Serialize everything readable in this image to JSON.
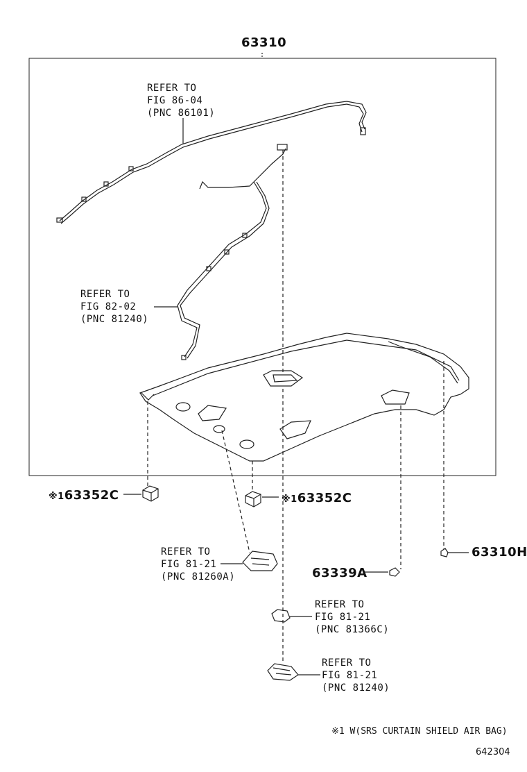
{
  "title_part": "63310",
  "parts": {
    "clip_left": "63352C",
    "clip_right": "63352C",
    "clip_right_mark": "※1",
    "clip_left_mark": "※1",
    "bracket": "63339A",
    "clip_far_right": "63310H"
  },
  "refs": {
    "wire_upper": {
      "line1": "REFER TO",
      "line2": "FIG 86-04",
      "line3": "(PNC 86101)"
    },
    "wire_lower": {
      "line1": "REFER TO",
      "line2": "FIG 82-02",
      "line3": "(PNC 81240)"
    },
    "map_lamp": {
      "line1": "REFER TO",
      "line2": "FIG 81-21",
      "line3": "(PNC 81260A)"
    },
    "switch": {
      "line1": "REFER TO",
      "line2": "FIG 81-21",
      "line3": "(PNC 81366C)"
    },
    "room_lamp": {
      "line1": "REFER TO",
      "line2": "FIG 81-21",
      "line3": "(PNC 81240)"
    }
  },
  "footnote": "※1 W(SRS CURTAIN SHIELD AIR BAG)",
  "figure_code": "642304"
}
